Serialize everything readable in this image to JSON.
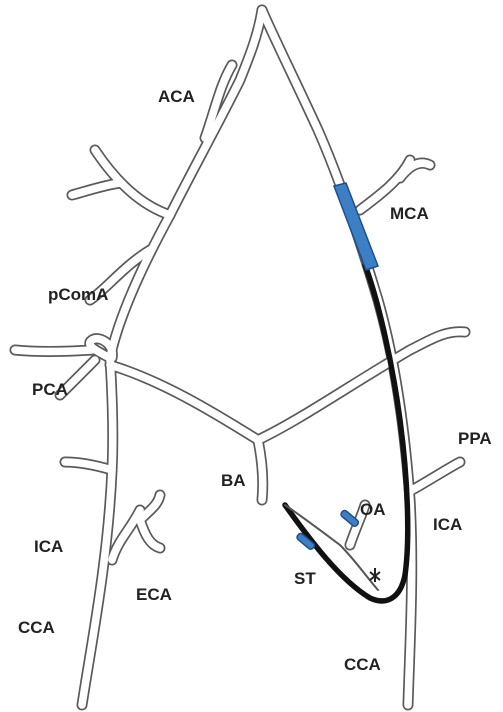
{
  "labels": {
    "aca": "ACA",
    "mca": "MCA",
    "pcoma": "pComA",
    "pca": "PCA",
    "ppa": "PPA",
    "ba": "BA",
    "oa": "OA",
    "ica_left": "ICA",
    "ica_right": "ICA",
    "st": "ST",
    "eca": "ECA",
    "cca_left": "CCA",
    "cca_right": "CCA"
  },
  "colors": {
    "vessel_outline": "#5a5a5a",
    "vessel_lumen": "#ffffff",
    "catheter": "#111111",
    "balloon": "#3d7fc4",
    "balloon_edge": "#1f4f8a",
    "label": "#222222",
    "background": "#ffffff"
  }
}
